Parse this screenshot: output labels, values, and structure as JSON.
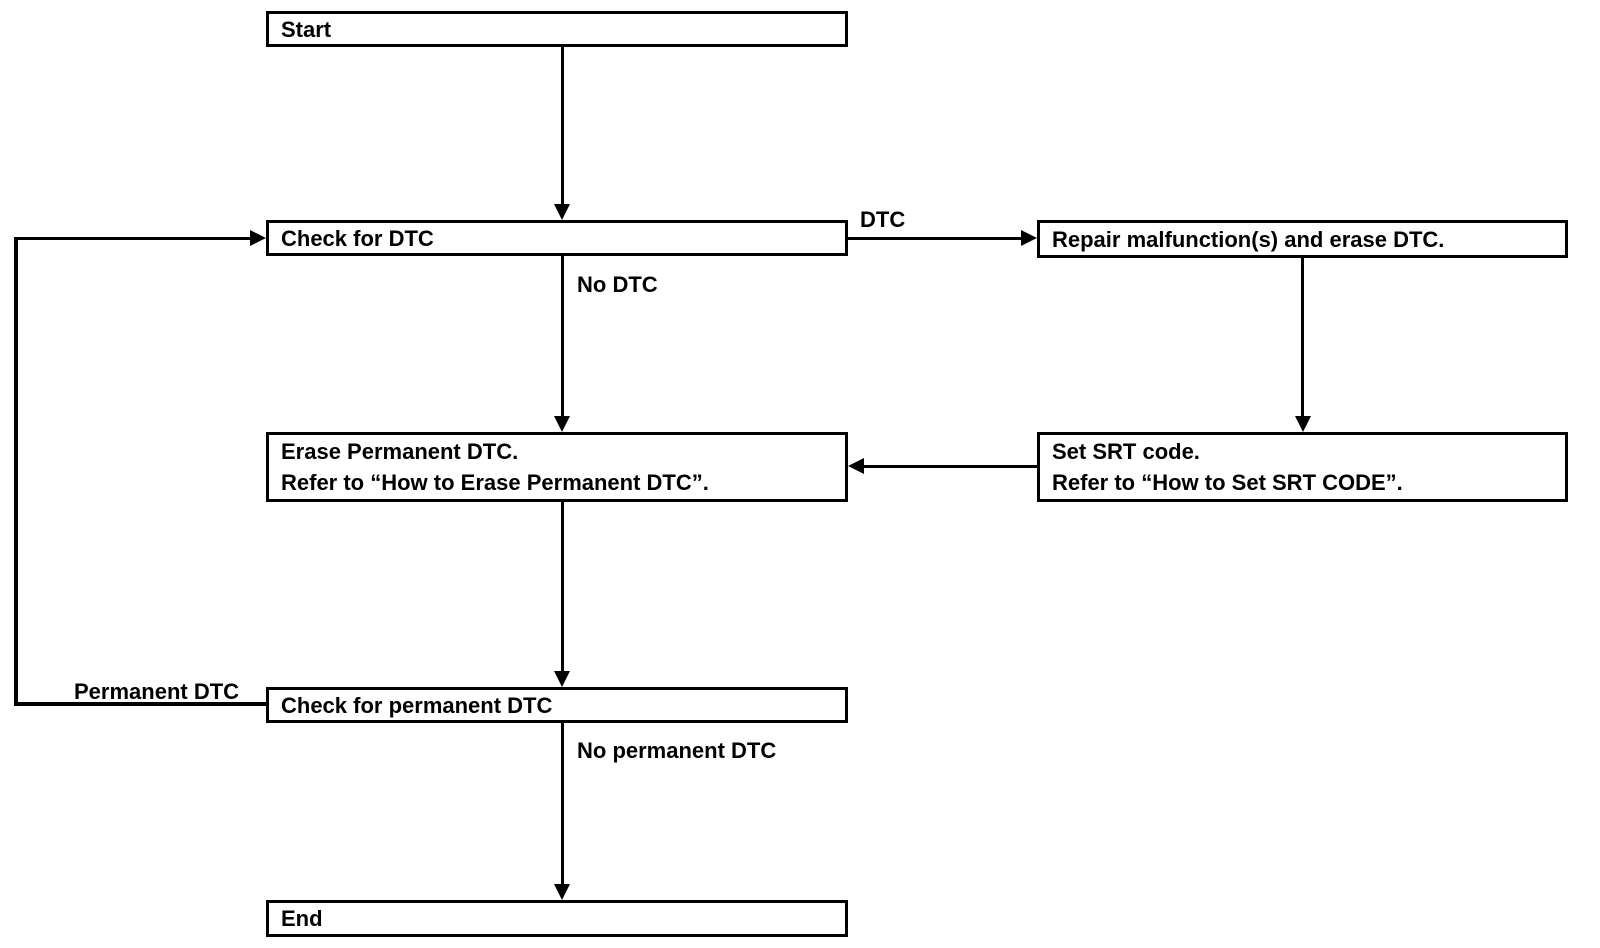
{
  "diagram": {
    "type": "flowchart",
    "colors": {
      "background": "#ffffff",
      "line": "#000000",
      "box_fill": "#ffffff",
      "text": "#000000"
    },
    "nodes": {
      "start": {
        "lines": [
          "Start"
        ]
      },
      "check_dtc": {
        "lines": [
          "Check for DTC"
        ]
      },
      "repair": {
        "lines": [
          "Repair malfunction(s) and erase DTC."
        ]
      },
      "erase_permanent": {
        "lines": [
          "Erase Permanent DTC.",
          "Refer to “How to Erase Permanent DTC”."
        ]
      },
      "set_srt": {
        "lines": [
          "Set SRT code.",
          "Refer to “How to Set SRT CODE”."
        ]
      },
      "check_permanent": {
        "lines": [
          "Check for permanent DTC"
        ]
      },
      "end": {
        "lines": [
          "End"
        ]
      }
    },
    "edge_labels": {
      "dtc": "DTC",
      "no_dtc": "No DTC",
      "permanent_dtc": "Permanent DTC",
      "no_permanent_dtc": "No permanent DTC"
    }
  }
}
